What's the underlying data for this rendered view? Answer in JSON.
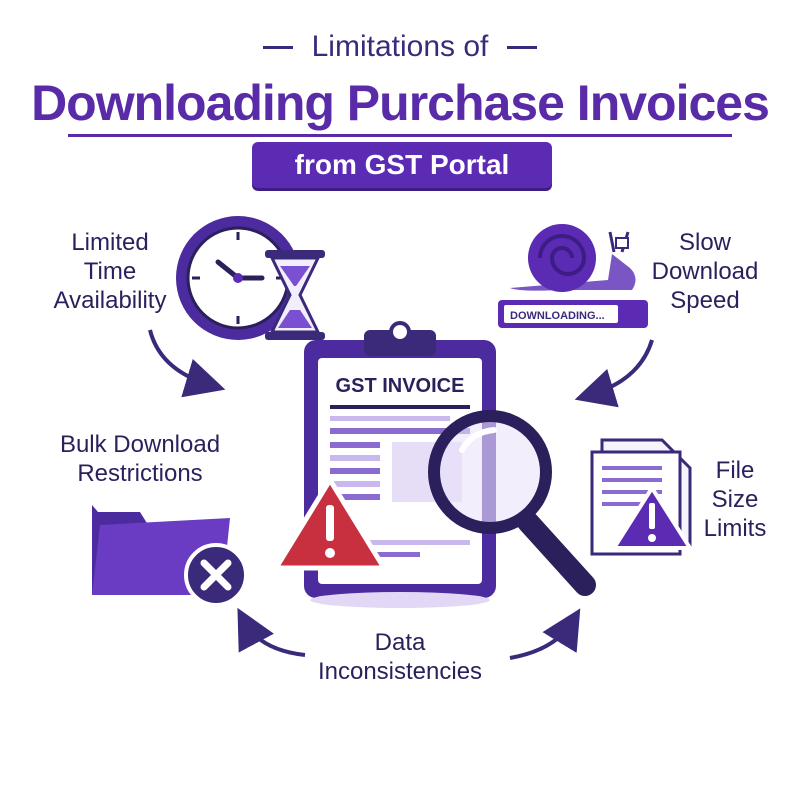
{
  "header": {
    "line1": "Limitations of",
    "line2": "Downloading Purchase Invoices",
    "line3": "from GST Portal"
  },
  "items": {
    "limited_time": [
      "Limited",
      "Time",
      "Availability"
    ],
    "slow_speed": [
      "Slow",
      "Download",
      "Speed"
    ],
    "bulk": [
      "Bulk Download",
      "Restrictions"
    ],
    "file_size": [
      "File",
      "Size",
      "Limits"
    ],
    "data": [
      "Data",
      "Inconsistencies"
    ]
  },
  "center": {
    "invoice_title": "GST INVOICE",
    "progress_label": "DOWNLOADING..."
  },
  "colors": {
    "primary": "#5b2bb3",
    "dark": "#2b1f5c",
    "warning_red": "#c8303f"
  }
}
